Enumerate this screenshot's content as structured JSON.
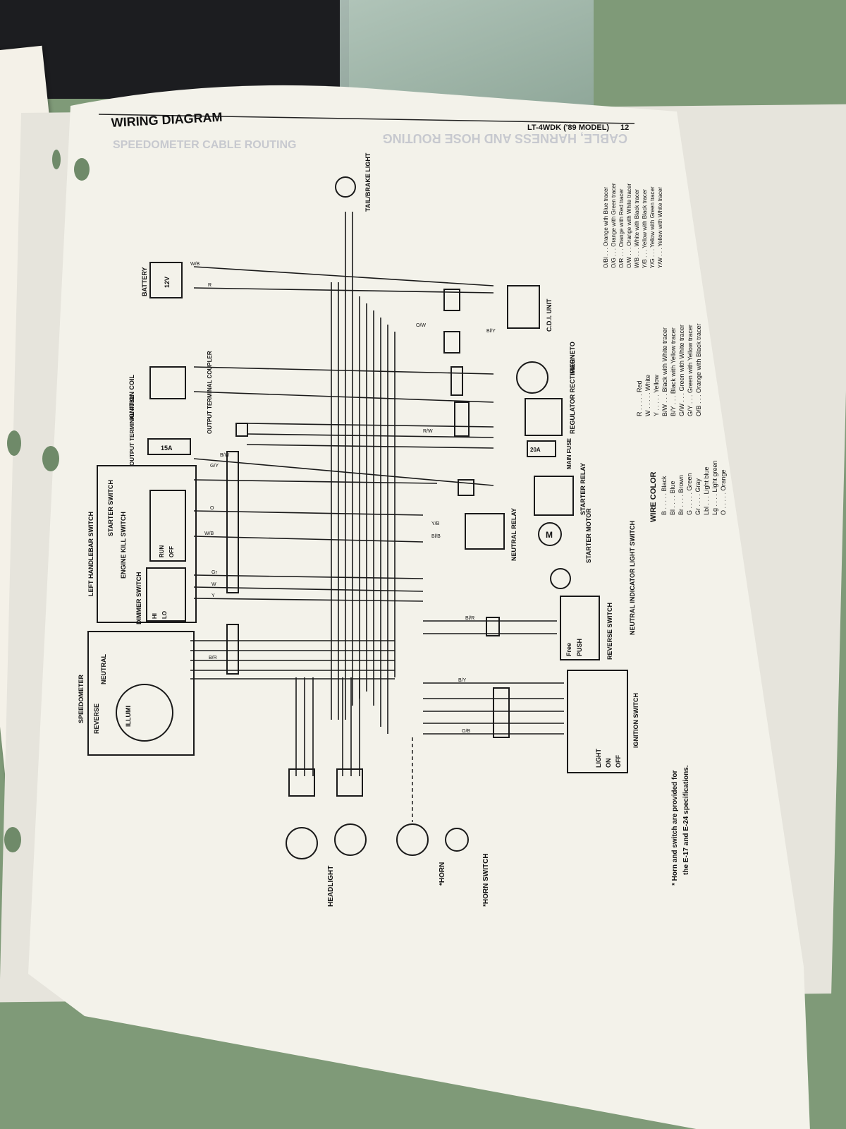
{
  "header": {
    "title": "WIRING DIAGRAM",
    "model": "LT-4WDK ('89 MODEL)",
    "page_number": "12"
  },
  "components": {
    "battery": "BATTERY",
    "battery_voltage": "12V",
    "tail_brake_light": "TAIL/BRAKE LIGHT",
    "cdi_unit": "C.D.I. UNIT",
    "magneto": "MAGNETO",
    "ignition_coil": "IGNITION COIL",
    "output_terminal_coupler": "OUTPUT TERMINAL COUPLER",
    "output_terminal_fuse": "OUTPUT TERMINAL FUSE",
    "fuse_rating": "15A",
    "regulator_rectifier": "REGULATOR RECTIFIER",
    "main_fuse": "MAIN FUSE",
    "main_fuse_rating": "20A",
    "starter_relay": "STARTER RELAY",
    "starter_motor": "STARTER MOTOR",
    "neutral_relay": "NEUTRAL RELAY",
    "neutral_indicator_light_switch": "NEUTRAL INDICATOR LIGHT SWITCH",
    "reverse_switch": "REVERSE SWITCH",
    "reverse_push": "PUSH",
    "reverse_free": "Free",
    "ignition_switch": "IGNITION SWITCH",
    "left_handlebar_switch": "LEFT HANDLEBAR SWITCH",
    "starter_switch": "STARTER SWITCH",
    "engine_kill_switch": "ENGINE KILL SWITCH",
    "dimmer_switch": "DIMMER SWITCH",
    "speedometer": "SPEEDOMETER",
    "reverse": "REVERSE",
    "neutral": "NEUTRAL",
    "illumi": "ILLUMI",
    "headlight": "HEADLIGHT",
    "horn": "*HORN",
    "horn_switch": "*HORN SWITCH"
  },
  "switch_labels": {
    "run": "RUN",
    "off": "OFF",
    "hi": "HI",
    "lo": "LO",
    "light": "LIGHT",
    "on": "ON",
    "ign_off": "OFF"
  },
  "wire_labels": [
    "W/B",
    "R",
    "B/W",
    "O",
    "G/Y",
    "W/B",
    "Y",
    "W",
    "Gr",
    "B/R",
    "Bl/R",
    "O/B",
    "B/Y",
    "R/W",
    "Y/B",
    "Bl/B",
    "O/W",
    "Bl/Y"
  ],
  "wire_color_legend": {
    "title": "WIRE COLOR",
    "entries": [
      "B . . . . . Black",
      "Bl . . . . Blue",
      "Br . . . . Brown",
      "G . . . . . Green",
      "Gr . . . . Gray",
      "Lbl . . . Light blue",
      "Lg . . . . Light green",
      "O . . . . . Orange"
    ]
  },
  "wire_color_legend_2": [
    "R . . . . . Red",
    "W . . . . . White",
    "Y . . . . . Yellow",
    "B/W . . . Black with White tracer",
    "B/Y . . . Black with Yellow tracer",
    "G/W . . . Green with White tracer",
    "G/Y . . . Green with Yellow tracer",
    "O/B . . . Orange with Black tracer"
  ],
  "wire_color_legend_3": [
    "O/Bl . . . Orange with Blue tracer",
    "O/G . . . Orange with Green tracer",
    "O/R . . . Orange with Red tracer",
    "O/W . . . Orange with White tracer",
    "W/B . . . White with Black tracer",
    "Y/B . . . Yellow with Black tracer",
    "Y/G . . . Yellow with Green tracer",
    "Y/W . . . Yellow with White tracer"
  ],
  "footnote": {
    "line1": "* Horn and switch are provided for",
    "line2": "the E-17 and E-24 specifications."
  },
  "ghost_text": {
    "routing": "CABLE, HARNESS AND HOSE ROUTING",
    "speedo_routing": "SPEEDOMETER CABLE ROUTING"
  },
  "colors": {
    "page": "#f3f2ea",
    "ink": "#1a1a1a",
    "table": "#7f9a78"
  }
}
